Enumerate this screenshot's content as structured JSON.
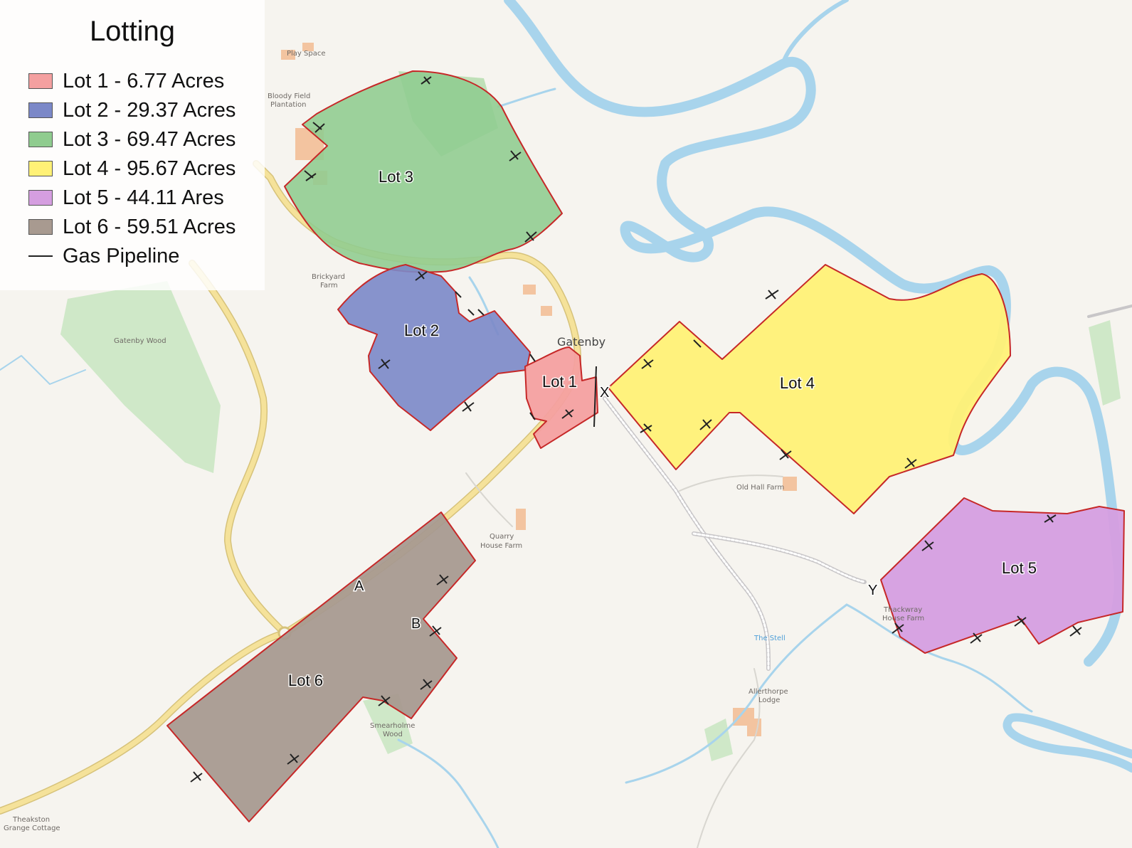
{
  "legend": {
    "title": "Lotting",
    "items": [
      {
        "label": "Lot 1 - 6.77 Acres",
        "color": "#f4a0a0"
      },
      {
        "label": "Lot 2 - 29.37 Acres",
        "color": "#7b88c8"
      },
      {
        "label": "Lot 3 - 69.47 Acres",
        "color": "#8fcc8f"
      },
      {
        "label": "Lot 4 - 95.67 Acres",
        "color": "#fff176"
      },
      {
        "label": "Lot 5 - 44.11 Ares",
        "color": "#d59ee0"
      },
      {
        "label": "Lot 6 - 59.51 Acres",
        "color": "#a89a90"
      }
    ],
    "pipeline_label": "Gas Pipeline"
  },
  "lots": {
    "lot1": "Lot 1",
    "lot2": "Lot 2",
    "lot3": "Lot 3",
    "lot4": "Lot 4",
    "lot5": "Lot 5",
    "lot6": "Lot 6"
  },
  "points": {
    "a": "A",
    "b": "B",
    "x": "X",
    "y": "Y"
  },
  "places": {
    "village": "Gatenby",
    "gatenby_wood": "Gatenby Wood",
    "brickyard_farm_1": "Brickyard",
    "brickyard_farm_2": "Farm",
    "old_hall_farm": "Old Hall Farm",
    "quarry_house_1": "Quarry",
    "quarry_house_2": "House Farm",
    "thackwray_1": "Thackwray",
    "thackwray_2": "House Farm",
    "the_stell": "The Stell",
    "allerthorpe_1": "Allerthorpe",
    "allerthorpe_2": "Lodge",
    "smearholme_1": "Smearholme",
    "smearholme_2": "Wood",
    "theakston_1": "Theakston",
    "theakston_2": "Grange Cottage",
    "play_space": "Play Space",
    "bloody_field_1": "Bloody Field",
    "bloody_field_2": "Plantation"
  },
  "colors": {
    "lot1": "#f4a0a0",
    "lot2": "#7b88c8",
    "lot3": "#8fcc8f",
    "lot4": "#fff176",
    "lot5": "#d59ee0",
    "lot6": "#a89a90",
    "lot_border": "#c62828",
    "river": "#a8d4ec",
    "road": "#f5e29a",
    "woodland": "#cfe8c8",
    "building": "#f3c4a0"
  }
}
